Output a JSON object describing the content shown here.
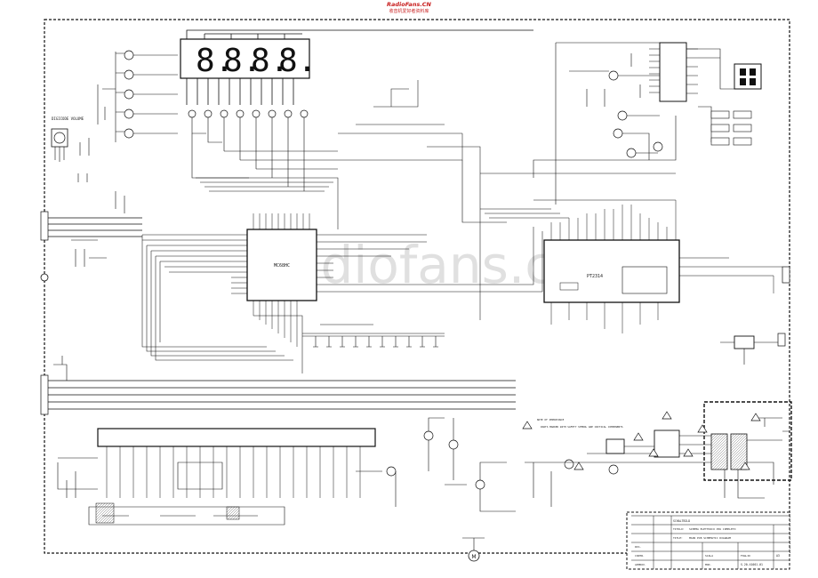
{
  "header": {
    "site": "RadioFans.CN",
    "tagline": "收音机爱好者资料库"
  },
  "watermark": "radiofans.cn",
  "display": {
    "digits": [
      "8.",
      "8.",
      "8.",
      "8."
    ]
  },
  "labels": {
    "volume_control": "DIGICODE VOLUME",
    "main_ic": "MC68HC",
    "audio_ic": "PT2314",
    "warning": "PARTS MARKED WITH SAFETY SYMBOL ARE CRITICAL COMPONENTS",
    "warning2": "NOTE OF IMPORTANCE"
  },
  "title_block": {
    "company": "SCHALTBILD",
    "row1_label": "TITOLO:",
    "row1_value": "SCHEMA ELETTRICO PIU COMPLETO",
    "row2_label": "TITLE:",
    "row2_value": "MAIN PCB SCHEMATIC DIAGRAM",
    "drawn": "DIS.",
    "checked": "CONTR.",
    "approved": "APPROV.",
    "scale": "SCALA",
    "sheet": "FOGLIO",
    "of": "DI",
    "format": "A3",
    "number": "S.20.41001.01",
    "model": "MOD."
  },
  "symbols": {
    "warning_triangles": 9
  }
}
